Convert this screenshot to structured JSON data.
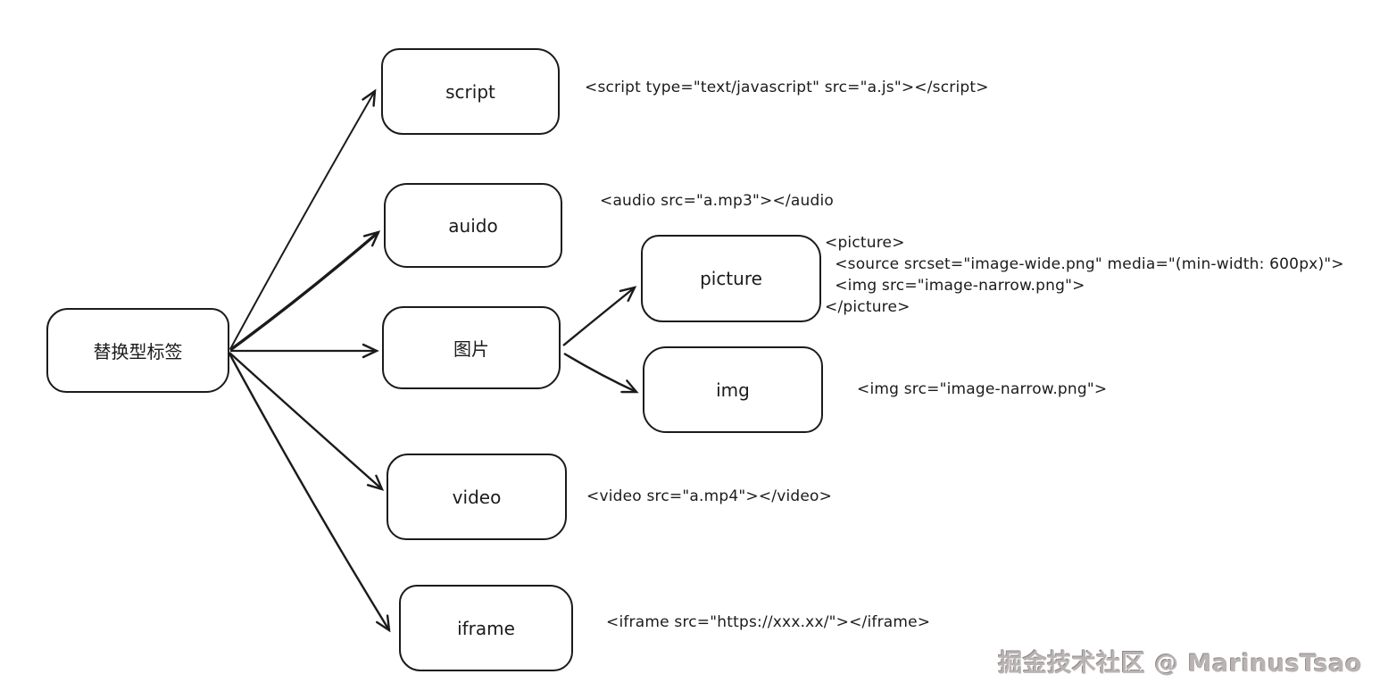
{
  "root_node": {
    "label": "替换型标签"
  },
  "nodes": [
    {
      "id": "script",
      "label": "script",
      "code": "<script type=\"text/javascript\" src=\"a.js\"></script>"
    },
    {
      "id": "auido",
      "label": "auido",
      "code": "<audio src=\"a.mp3\"></audio"
    },
    {
      "id": "image",
      "label": "图片"
    },
    {
      "id": "picture",
      "label": "picture",
      "code": "<picture>\n  <source srcset=\"image-wide.png\" media=\"(min-width: 600px)\">\n  <img src=\"image-narrow.png\">\n</picture>"
    },
    {
      "id": "img",
      "label": "img",
      "code": "<img src=\"image-narrow.png\">"
    },
    {
      "id": "video",
      "label": "video",
      "code": "<video src=\"a.mp4\"></video>"
    },
    {
      "id": "iframe",
      "label": "iframe",
      "code": "<iframe src=\"https://xxx.xx/\"></iframe>"
    }
  ],
  "watermark": "掘金技术社区 @ MarinusTsao",
  "colors": {
    "stroke": "#1b1b1b",
    "background": "#ffffff",
    "watermark": "#b9b3b3"
  }
}
